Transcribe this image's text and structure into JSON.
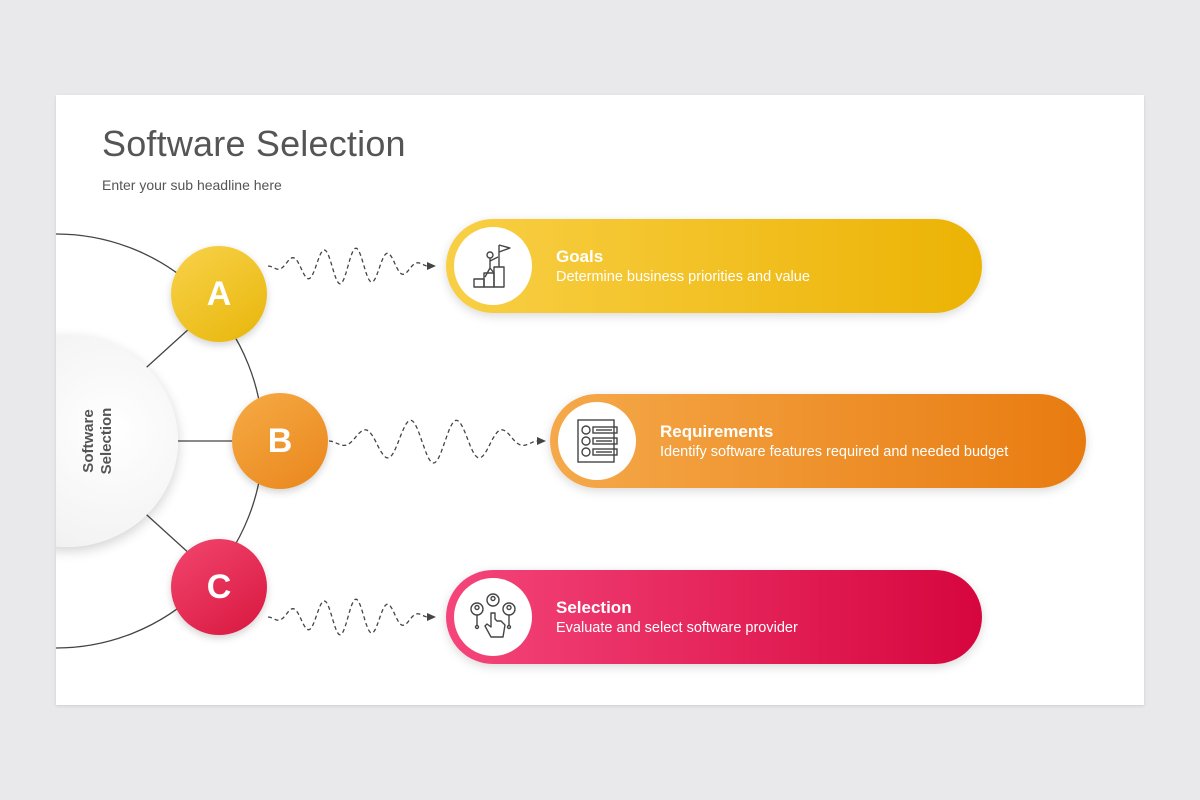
{
  "slide": {
    "title": "Software Selection",
    "subtitle": "Enter your sub headline here"
  },
  "hub": {
    "label": "Software\nSelection"
  },
  "items": [
    {
      "letter": "A",
      "title": "Goals",
      "description": "Determine business priorities and value",
      "icon": "flag-on-steps-icon",
      "color": "#f0ba12"
    },
    {
      "letter": "B",
      "title": "Requirements",
      "description": "Identify software features required and needed budget",
      "icon": "numbered-checklist-icon",
      "color": "#ec8a1f"
    },
    {
      "letter": "C",
      "title": "Selection",
      "description": "Evaluate and select software provider",
      "icon": "hand-selecting-people-icon",
      "color": "#e0184a"
    }
  ]
}
